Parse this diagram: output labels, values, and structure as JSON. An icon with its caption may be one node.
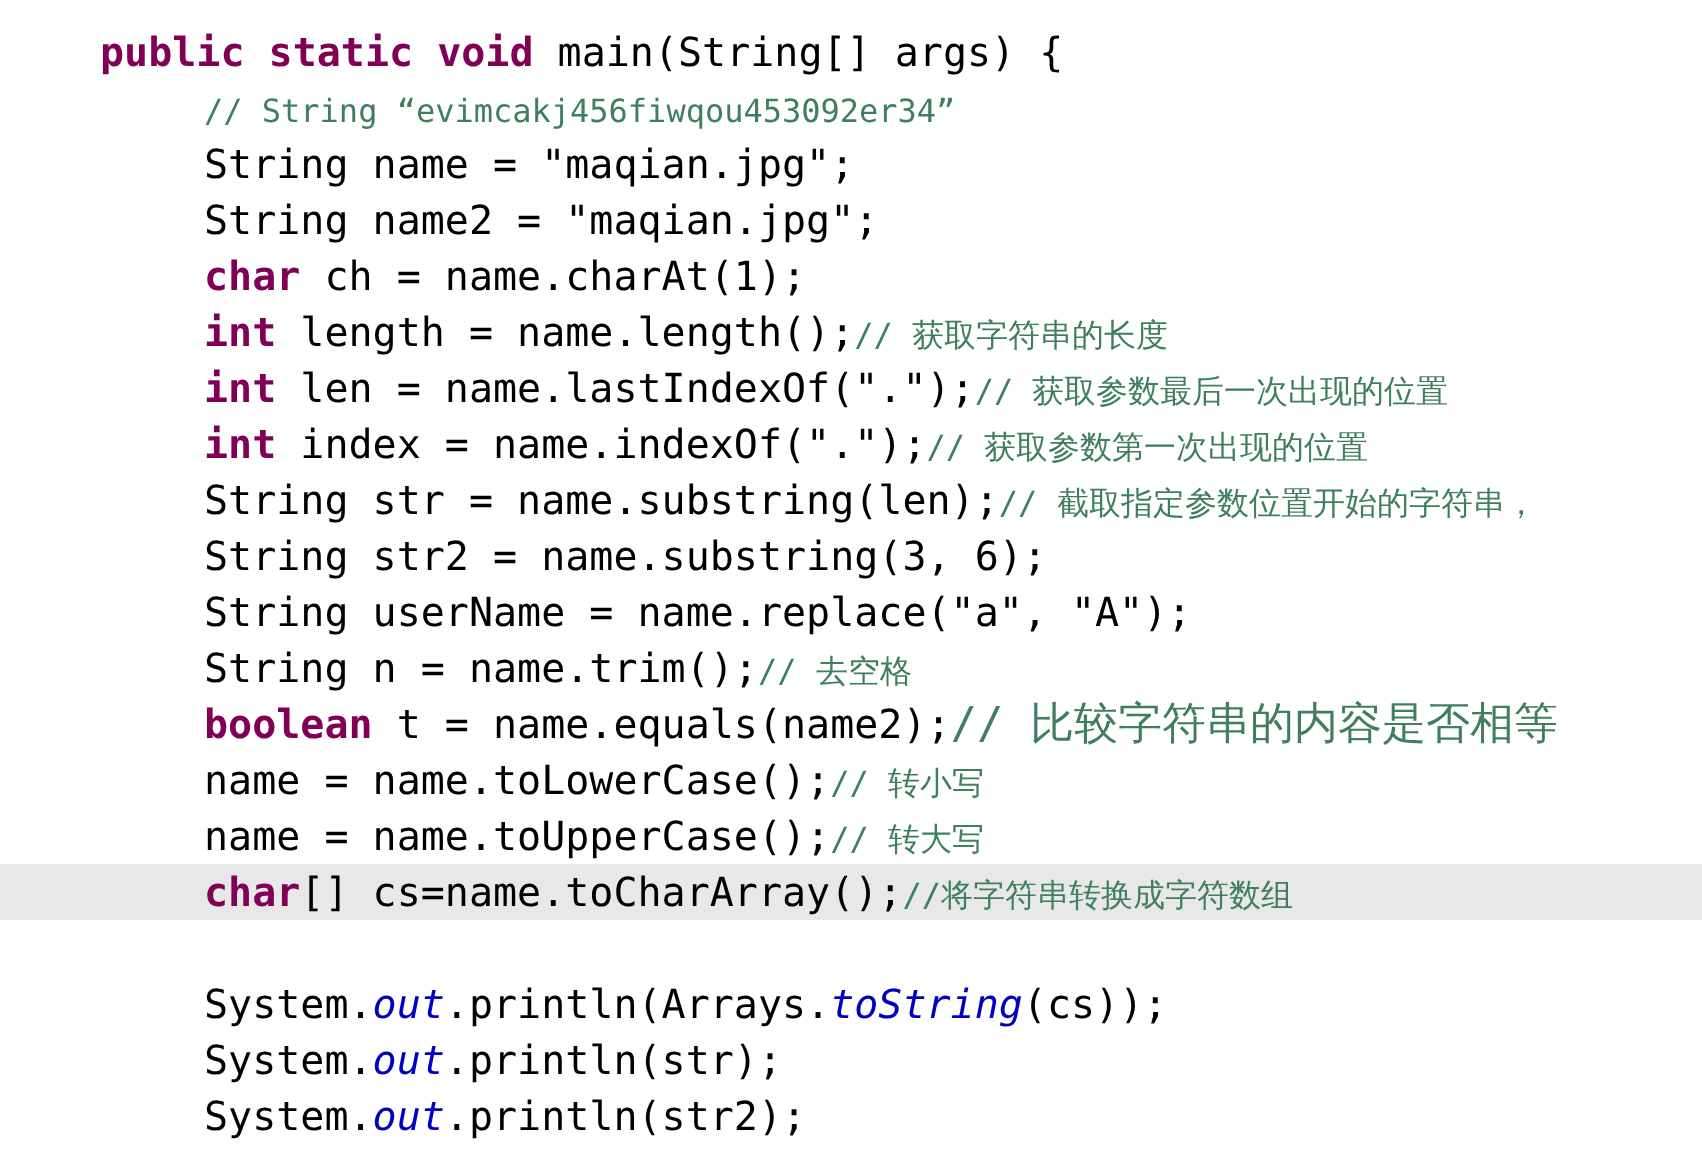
{
  "diagram": {
    "labels": [
      "**public** **static** **void** main(String[] args) {",
      "// String “evimcakj456fiwqou453092er34”",
      "String name = \"maqian.jpg\";",
      "String name2 = \"maqian.jpg\";",
      "**char** ch = name.charAt(1);",
      "**int** length = name.length();// 获取字符串的长度",
      "**int** len = name.lastIndexOf(\".\");// 获取参数最后一次出现的位置",
      "**int** index = name.indexOf(\".\");// 获取参数第一次出现的位置",
      "String str = name.substring(len);// 截取指定参数位置开始的字符串，",
      "String str2 = name.substring(3, 6);",
      "String userName = name.replace(\"a\", \"A\");",
      "String n = name.trim();// 去空格",
      "**boolean** t = name.equals(name2);// 比较字符串的内容是否相等",
      "name = name.toLowerCase();// 转小写",
      "name = name.toUpperCase();// 转大写",
      "**char**[] cs=name.toCharArray();//将字符串转换成字符数组",
      "System.*out*.println(Arrays.*toString*(cs));",
      "System.*out*.println(str);",
      "System.*out*.println(str2);"
    ]
  }
}
